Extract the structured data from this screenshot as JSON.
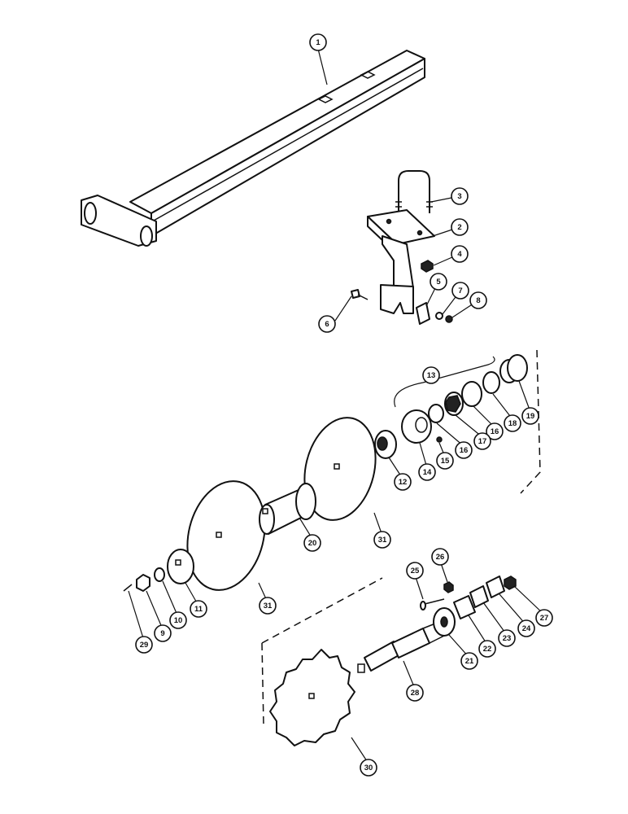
{
  "callouts": [
    {
      "id": "c1",
      "label": "1"
    },
    {
      "id": "c2",
      "label": "2"
    },
    {
      "id": "c3",
      "label": "3"
    },
    {
      "id": "c4",
      "label": "4"
    },
    {
      "id": "c5",
      "label": "5"
    },
    {
      "id": "c6",
      "label": "6"
    },
    {
      "id": "c7",
      "label": "7"
    },
    {
      "id": "c8",
      "label": "8"
    },
    {
      "id": "c9",
      "label": "9"
    },
    {
      "id": "c10",
      "label": "10"
    },
    {
      "id": "c11",
      "label": "11"
    },
    {
      "id": "c12",
      "label": "12"
    },
    {
      "id": "c13",
      "label": "13"
    },
    {
      "id": "c14",
      "label": "14"
    },
    {
      "id": "c15",
      "label": "15"
    },
    {
      "id": "c16a",
      "label": "16"
    },
    {
      "id": "c16b",
      "label": "16"
    },
    {
      "id": "c17",
      "label": "17"
    },
    {
      "id": "c18",
      "label": "18"
    },
    {
      "id": "c19",
      "label": "19"
    },
    {
      "id": "c20",
      "label": "20"
    },
    {
      "id": "c21",
      "label": "21"
    },
    {
      "id": "c22",
      "label": "22"
    },
    {
      "id": "c23",
      "label": "23"
    },
    {
      "id": "c24",
      "label": "24"
    },
    {
      "id": "c25",
      "label": "25"
    },
    {
      "id": "c26",
      "label": "26"
    },
    {
      "id": "c27",
      "label": "27"
    },
    {
      "id": "c28",
      "label": "28"
    },
    {
      "id": "c29",
      "label": "29"
    },
    {
      "id": "c30",
      "label": "30"
    },
    {
      "id": "c31a",
      "label": "31"
    },
    {
      "id": "c31b",
      "label": "31"
    }
  ]
}
